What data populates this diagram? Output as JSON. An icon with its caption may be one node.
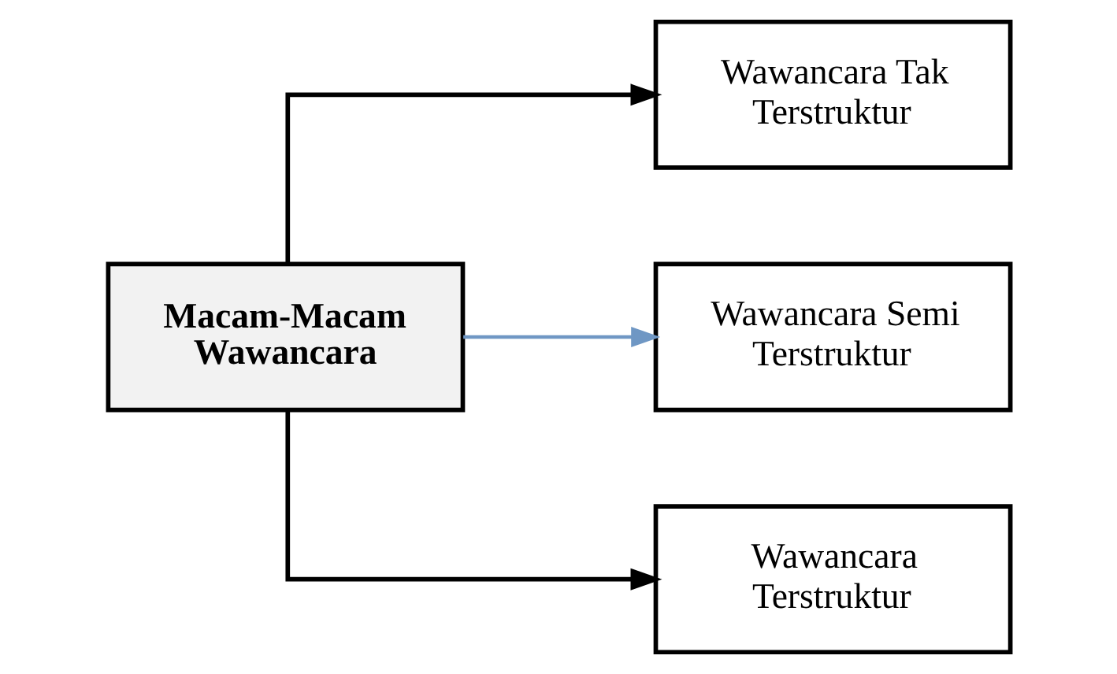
{
  "diagram": {
    "nodes": [
      {
        "text": [
          "Macam-Macam Wawancara"
        ]
      },
      {
        "text": [
          "Wawancara Tak Terstruktur"
        ]
      },
      {
        "text": [
          "Wawancara Semi Terstruktur"
        ]
      },
      {
        "text": [
          "Wawancara Terstruktur"
        ]
      }
    ],
    "edges": [
      {
        "from": 0,
        "to": 1,
        "arrow": "to"
      },
      {
        "from": 0,
        "to": 2,
        "arrow": "to",
        "color": "#6f97c4"
      },
      {
        "from": 0,
        "to": 3,
        "arrow": "to"
      }
    ]
  }
}
